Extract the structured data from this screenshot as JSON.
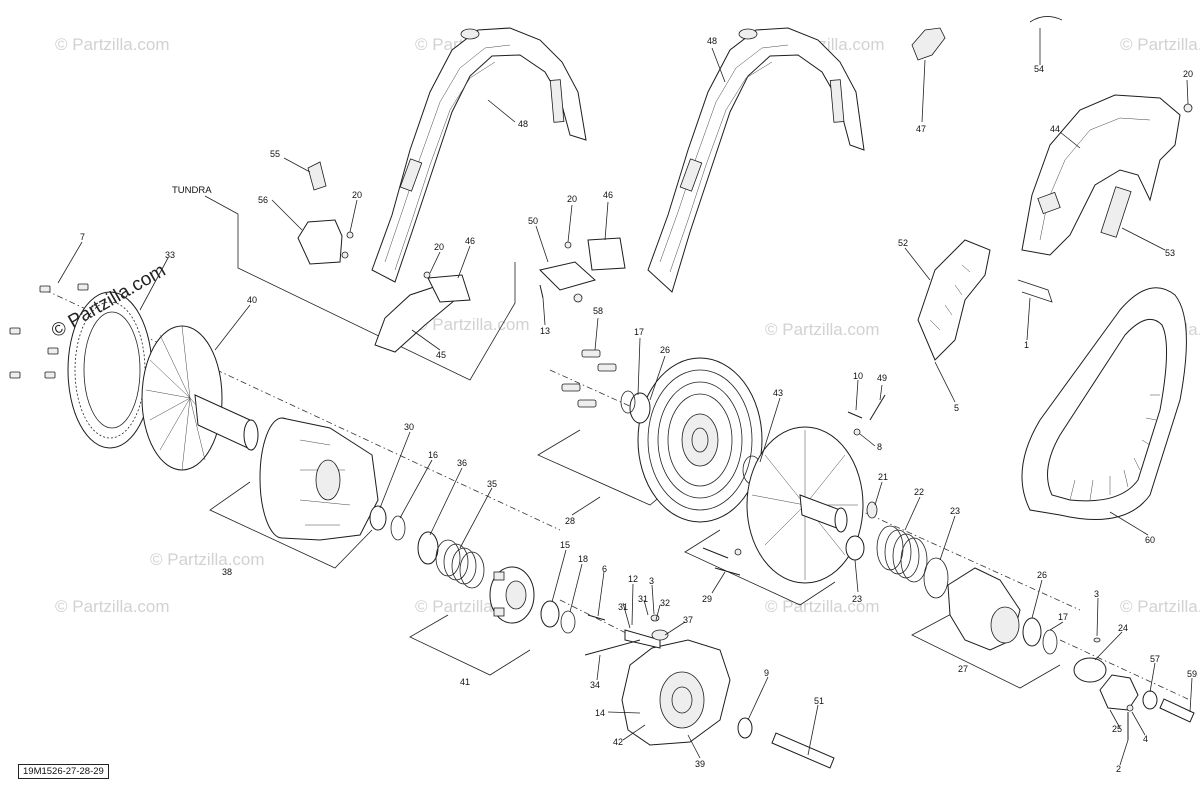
{
  "watermarks": {
    "faint": "© Partzilla.com",
    "link": "© Partzilla.com"
  },
  "diagram_code": "19M1526-27-28-29",
  "group_label": "TUNDRA",
  "callouts": {
    "c1": "1",
    "c2": "2",
    "c3a": "3",
    "c3b": "3",
    "c4": "4",
    "c5": "5",
    "c6": "6",
    "c7": "7",
    "c8": "8",
    "c9": "9",
    "c10": "10",
    "c12": "12",
    "c13": "13",
    "c14": "14",
    "c15": "15",
    "c16": "16",
    "c17a": "17",
    "c17b": "17",
    "c18": "18",
    "c20a": "20",
    "c20b": "20",
    "c20c": "20",
    "c21": "21",
    "c22": "22",
    "c23a": "23",
    "c23b": "23",
    "c24": "24",
    "c25": "25",
    "c26a": "26",
    "c26b": "26",
    "c27": "27",
    "c28": "28",
    "c29": "29",
    "c30": "30",
    "c31a": "31",
    "c31b": "31",
    "c32": "32",
    "c33": "33",
    "c34": "34",
    "c35": "35",
    "c36": "36",
    "c37": "37",
    "c38": "38",
    "c39": "39",
    "c40": "40",
    "c41": "41",
    "c42": "42",
    "c43": "43",
    "c44": "44",
    "c45": "45",
    "c46a": "46",
    "c46b": "46",
    "c47": "47",
    "c48a": "48",
    "c48b": "48",
    "c49": "49",
    "c50": "50",
    "c51": "51",
    "c52": "52",
    "c53": "53",
    "c54": "54",
    "c55": "55",
    "c56": "56",
    "c57": "57",
    "c58": "58",
    "c59": "59",
    "c60": "60"
  }
}
